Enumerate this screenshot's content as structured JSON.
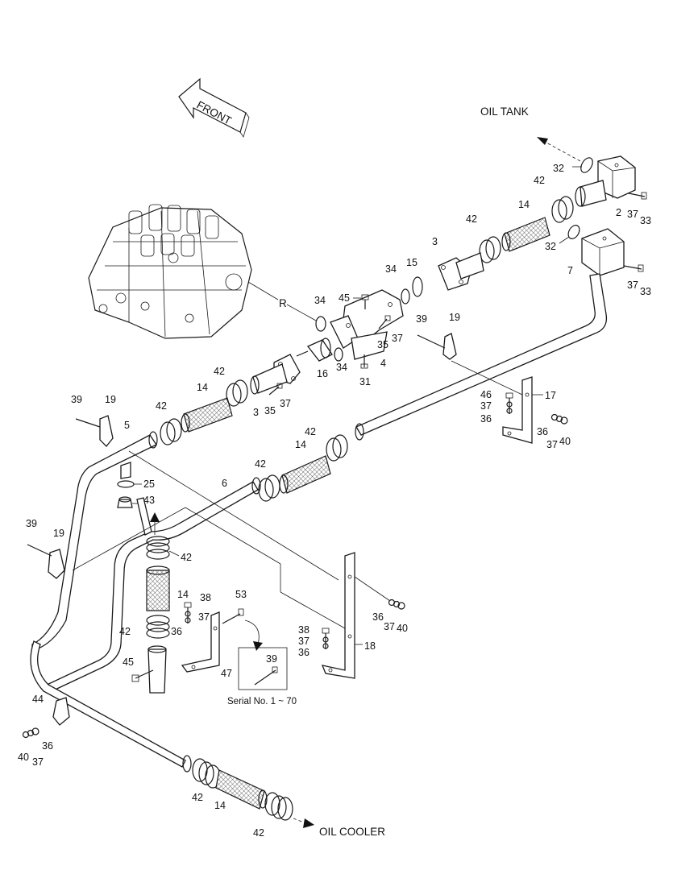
{
  "labels": {
    "front": "FRONT",
    "oil_tank": "OIL TANK",
    "oil_cooler": "OIL COOLER",
    "serial_note": "Serial No. 1 ~ 70",
    "view_ref": "R"
  },
  "part_numbers": {
    "n2": "2",
    "n3": "3",
    "n4": "4",
    "n5": "5",
    "n6": "6",
    "n7": "7",
    "n14": "14",
    "n15": "15",
    "n16": "16",
    "n17": "17",
    "n18": "18",
    "n19": "19",
    "n25": "25",
    "n31": "31",
    "n32": "32",
    "n33": "33",
    "n34": "34",
    "n35": "35",
    "n36": "36",
    "n37": "37",
    "n38": "38",
    "n39": "39",
    "n40": "40",
    "n42": "42",
    "n43": "43",
    "n44": "44",
    "n45": "45",
    "n46": "46",
    "n47": "47",
    "n53": "53"
  }
}
